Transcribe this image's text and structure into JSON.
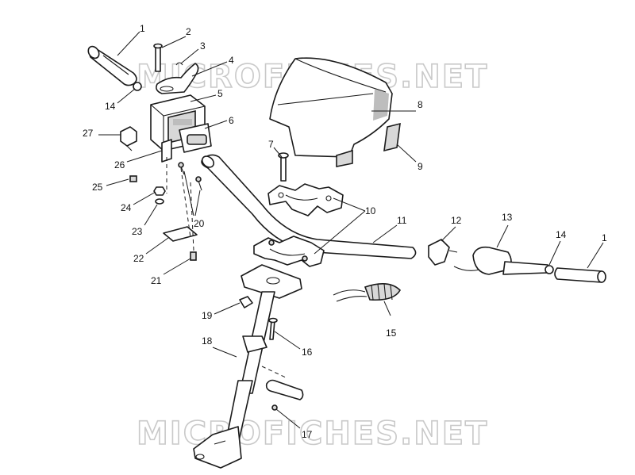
{
  "watermark": {
    "text": "MICROFICHES.NET"
  },
  "callouts": [
    "1",
    "2",
    "3",
    "4",
    "5",
    "6",
    "7",
    "8",
    "9",
    "10",
    "11",
    "12",
    "13",
    "14",
    "15",
    "16",
    "17",
    "18",
    "19",
    "20",
    "21",
    "22",
    "23",
    "24",
    "25",
    "26",
    "27",
    "14",
    "1"
  ],
  "colors": {
    "line": "#1a1a1a",
    "shade": "#bdbdbd",
    "watermark": "#c9c9c9"
  }
}
